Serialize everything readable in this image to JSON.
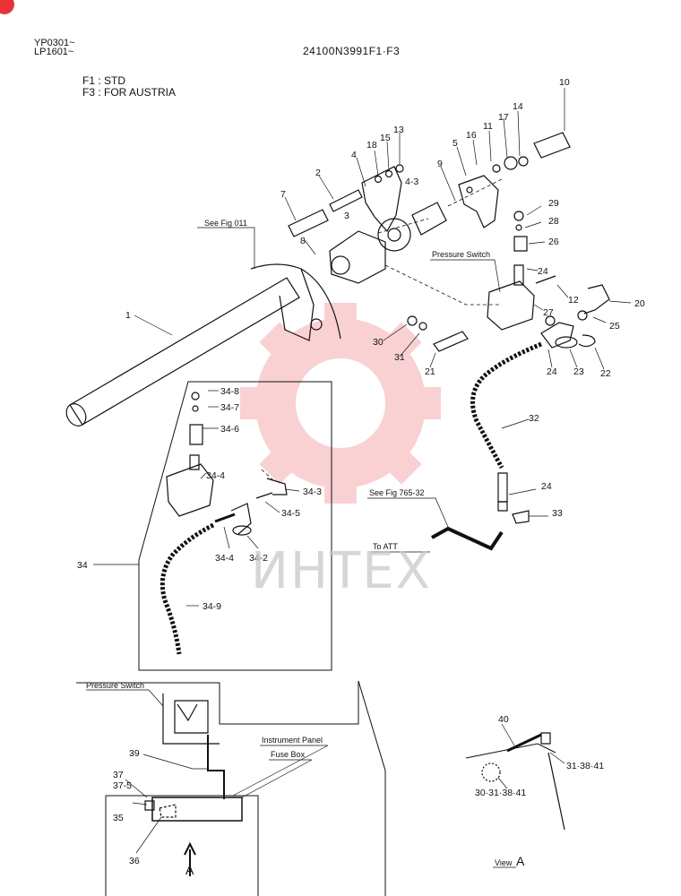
{
  "header": {
    "serial_1": "YP0301~",
    "serial_2": "LP1601~",
    "drawing_no": "24100N3991F1·F3",
    "variant_1": "F1 : STD",
    "variant_2": "F3 : FOR AUSTRIA"
  },
  "watermark": {
    "text": "ИНТЕХ",
    "color": "#e8323a"
  },
  "notes": {
    "see_fig_011": "See Fig 011",
    "pressure_switch_top": "Pressure Switch",
    "see_fig_765": "See Fig 765-32",
    "to_att": "To ATT",
    "pressure_switch_bottom": "Pressure Switch",
    "instrument_panel": "Instrument Panel",
    "fuse_box": "Fuse Box",
    "view_label": "View",
    "view_letter": "A",
    "arrow_letter": "A"
  },
  "parts": {
    "p10": "10",
    "p14": "14",
    "p17": "17",
    "p11": "11",
    "p16": "16",
    "p5": "5",
    "p13": "13",
    "p15": "15",
    "p18": "18",
    "p4": "4",
    "p9": "9",
    "p4_3": "4-3",
    "p2": "2",
    "p7": "7",
    "p3": "3",
    "p8": "8",
    "p29": "29",
    "p28": "28",
    "p26": "26",
    "p24a": "24",
    "p12": "12",
    "p27": "27",
    "p20": "20",
    "p25": "25",
    "p1": "1",
    "p30": "30",
    "p31": "31",
    "p21": "21",
    "p24b": "24",
    "p23": "23",
    "p22": "22",
    "p32": "32",
    "p34_8": "34-8",
    "p34_7": "34-7",
    "p34_6": "34-6",
    "p34_4a": "34-4",
    "p34_3": "34-3",
    "p34_5": "34-5",
    "p34_4b": "34-4",
    "p34_2": "34-2",
    "p34": "34",
    "p34_9": "34-9",
    "p24c": "24",
    "p33": "33",
    "p39": "39",
    "p37": "37",
    "p37_5": "37-5",
    "p35": "35",
    "p36": "36",
    "p40": "40",
    "p31_38_41": "31·38·41",
    "p30_31_38_41": "30·31·38·41"
  }
}
